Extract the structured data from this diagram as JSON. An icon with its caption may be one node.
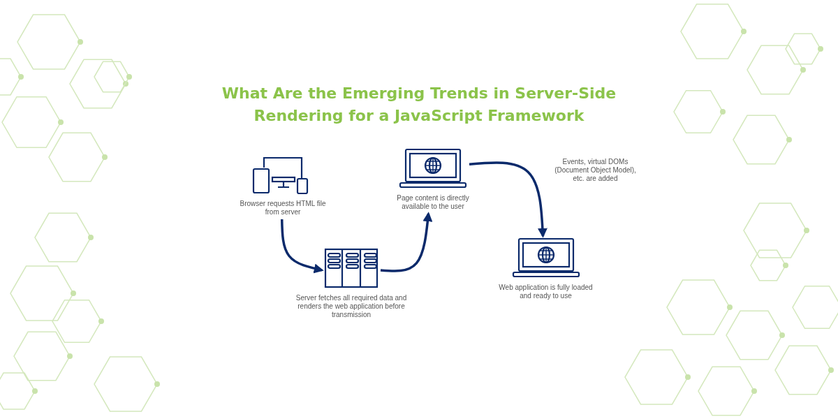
{
  "diagram": {
    "title": "What Are the Emerging Trends in Server-Side Rendering for a JavaScript Framework",
    "nodes": [
      {
        "text": [
          "Browser requests HTML file from server"
        ]
      },
      {
        "text": [
          "Server fetches all required data and renders the web application before transmission"
        ]
      },
      {
        "text": [
          "Page content is directly available to the user"
        ]
      },
      {
        "text": [
          "Web application is fully loaded and ready to use"
        ]
      }
    ],
    "edges": [
      {
        "from": 0,
        "to": 1,
        "arrow": "to"
      },
      {
        "from": 1,
        "to": 2,
        "arrow": "to"
      },
      {
        "from": 2,
        "to": 3,
        "arrow": "to",
        "label": "Events, virtual DOMs (Document Object Model), etc. are added"
      }
    ]
  }
}
